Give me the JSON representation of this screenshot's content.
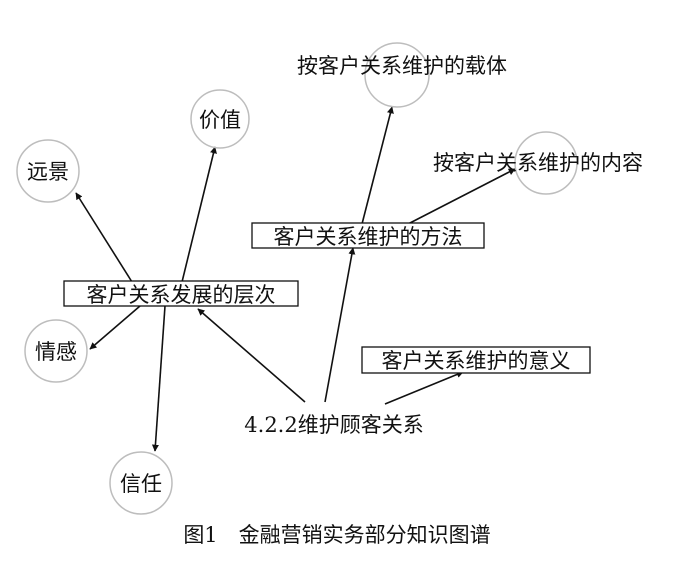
{
  "diagram": {
    "center": "4.2.2维护顾客关系",
    "branches": {
      "levels": "客户关系发展的层次",
      "methods": "客户关系维护的方法",
      "meaning": "客户关系维护的意义"
    },
    "leaves": {
      "value": "价值",
      "vision": "远景",
      "emotion": "情感",
      "trust": "信任",
      "by_carrier": "按客户关系维护的载体",
      "by_content": "按客户关系维护的内容"
    }
  },
  "caption": "图1　金融营销实务部分知识图谱",
  "colors": {
    "ink": "#111111",
    "circle": "#bdbdbd"
  }
}
